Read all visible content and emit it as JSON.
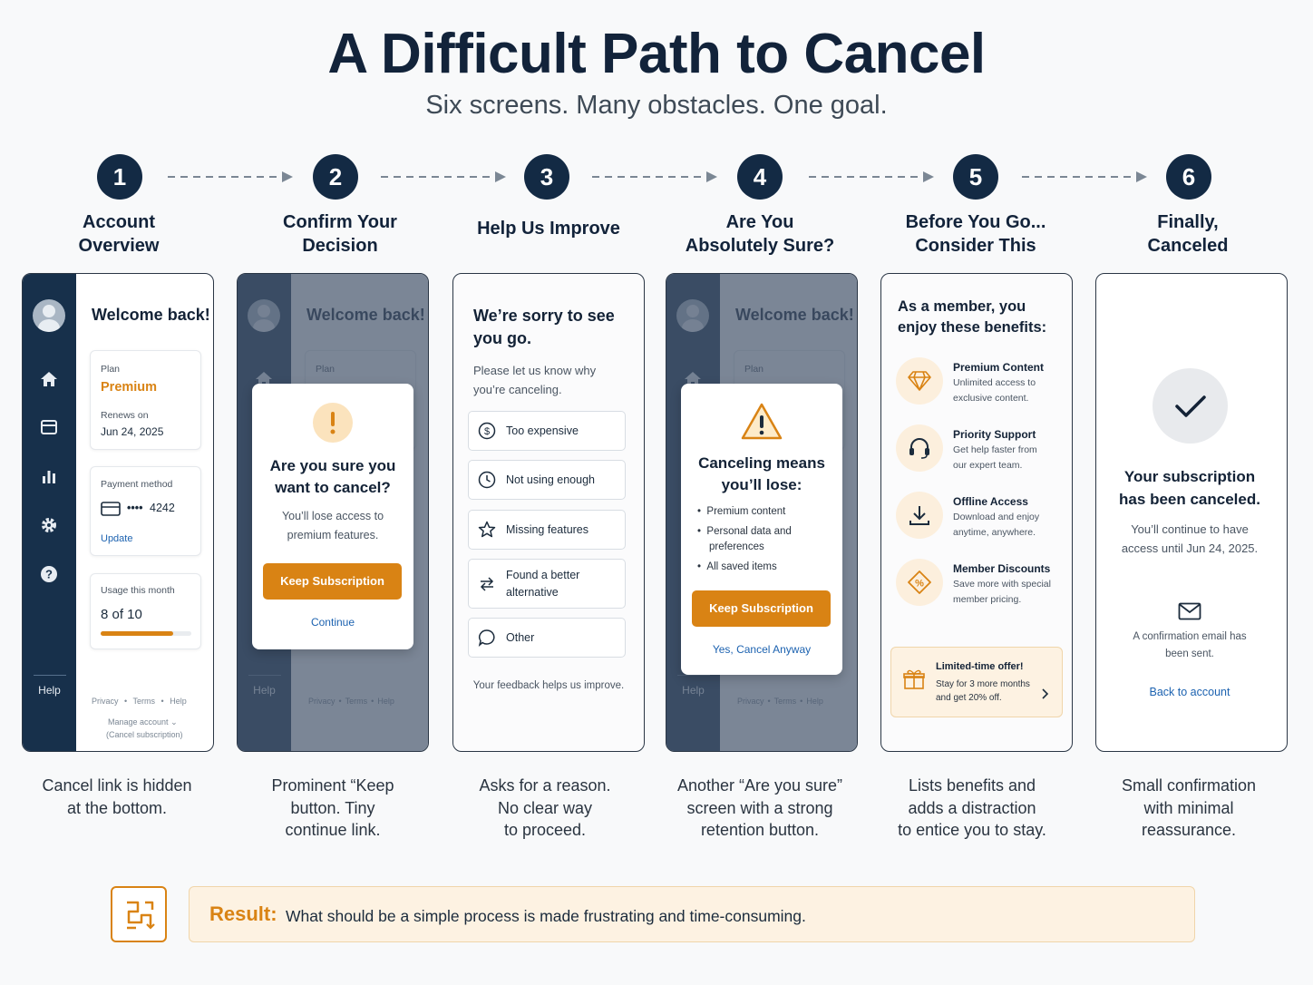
{
  "title": "A Difficult Path to Cancel",
  "subtitle": "Six screens. Many obstacles. One goal.",
  "steps": [
    {
      "num": "1",
      "label_l1": "Account",
      "label_l2": "Overview",
      "caption_l1": "Cancel link is hidden",
      "caption_l2": "at the bottom.",
      "caption_l3": ""
    },
    {
      "num": "2",
      "label_l1": "Confirm Your",
      "label_l2": "Decision",
      "caption_l1": "Prominent “Keep",
      "caption_l2": "button. Tiny",
      "caption_l3": "continue link."
    },
    {
      "num": "3",
      "label_l1": "Help Us Improve",
      "label_l2": "",
      "caption_l1": "Asks for a reason.",
      "caption_l2": "No clear way",
      "caption_l3": "to proceed."
    },
    {
      "num": "4",
      "label_l1": "Are You",
      "label_l2": "Absolutely Sure?",
      "caption_l1": "Another “Are you sure”",
      "caption_l2": "screen with a strong",
      "caption_l3": "retention button."
    },
    {
      "num": "5",
      "label_l1": "Before You Go...",
      "label_l2": "Consider This",
      "caption_l1": "Lists benefits and",
      "caption_l2": "adds a distraction",
      "caption_l3": "to entice you to stay."
    },
    {
      "num": "6",
      "label_l1": "Finally,",
      "label_l2": "Canceled",
      "caption_l1": "Small confirmation",
      "caption_l2": "with minimal",
      "caption_l3": "reassurance."
    }
  ],
  "account": {
    "welcome": "Welcome back!",
    "plan_label": "Plan",
    "plan_value": "Premium",
    "renews_label": "Renews on",
    "renews_date": "Jun 24, 2025",
    "payment_label": "Payment method",
    "card_dots": "••••",
    "card_last4": "4242",
    "update_link": "Update",
    "usage_label": "Usage this month",
    "usage_value": "8 of 10",
    "usage_fraction": 0.8,
    "help": "Help",
    "footer_privacy": "Privacy",
    "footer_terms": "Terms",
    "footer_help": "Help",
    "footer_sep": "•",
    "manage": "Manage account",
    "cancel_sub": "(Cancel subscription)"
  },
  "confirm": {
    "heading_l1": "Are you sure you",
    "heading_l2": "want to cancel?",
    "body_l1": "You’ll lose access to",
    "body_l2": "premium features.",
    "keep": "Keep Subscription",
    "continue": "Continue"
  },
  "improve": {
    "heading_l1": "We’re sorry to see",
    "heading_l2": "you go.",
    "body_l1": "Please let us know why",
    "body_l2": "you’re canceling.",
    "reasons": [
      "Too expensive",
      "Not using enough",
      "Missing features",
      "Found a better",
      "alternative",
      "Other"
    ],
    "feedback": "Your feedback helps us improve."
  },
  "sure": {
    "heading_l1": "Canceling means",
    "heading_l2": "you’ll lose:",
    "items": [
      "Premium content",
      "Personal data and",
      "preferences",
      "All saved items"
    ],
    "keep": "Keep Subscription",
    "cancel": "Yes, Cancel Anyway"
  },
  "benefits": {
    "heading_l1": "As a member, you",
    "heading_l2": "enjoy these benefits:",
    "items": [
      {
        "title": "Premium Content",
        "d1": "Unlimited access to",
        "d2": "exclusive content."
      },
      {
        "title": "Priority Support",
        "d1": "Get help faster from",
        "d2": "our expert team."
      },
      {
        "title": "Offline Access",
        "d1": "Download and enjoy",
        "d2": "anytime, anywhere."
      },
      {
        "title": "Member Discounts",
        "d1": "Save more with special",
        "d2": "member pricing."
      }
    ],
    "offer_title": "Limited-time offer!",
    "offer_l1": "Stay for 3 more months",
    "offer_l2": "and get 20% off."
  },
  "canceled": {
    "heading_l1": "Your subscription",
    "heading_l2": "has been canceled.",
    "body_l1": "You’ll continue to have",
    "body_l2": "access until Jun 24, 2025.",
    "email_l1": "A confirmation email has",
    "email_l2": "been sent.",
    "back": "Back to account"
  },
  "result": {
    "label": "Result:",
    "text": "What should be a simple process is made frustrating and time-consuming."
  },
  "colors": {
    "navy": "#132a44",
    "orange": "#d98314",
    "link": "#1c62b0"
  }
}
